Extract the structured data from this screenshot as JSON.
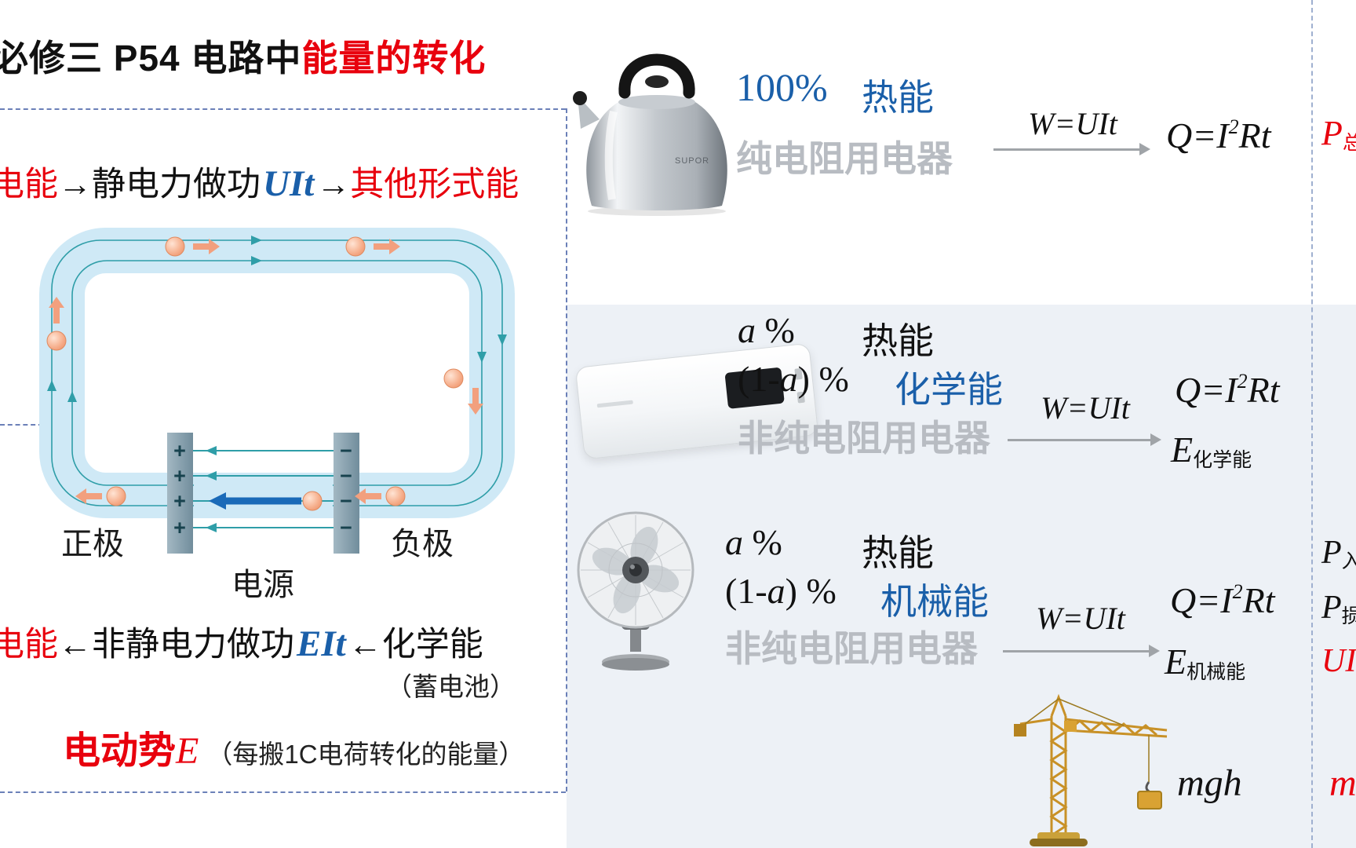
{
  "colors": {
    "accent_red": "#e8000d",
    "accent_blue": "#1a5fa9",
    "device_gray": "#b8bcc2",
    "flow_teal": "#2f9ea8",
    "tube_blue": "#cfe9f6",
    "band_background": "#edf1f6"
  },
  "left_panel": {
    "title_black": "必修三 P54 电路中",
    "title_red": "能量的转化",
    "flow_top": {
      "start": "电能",
      "arrow1": "→",
      "process": "静电力做功",
      "formula": "UIt",
      "arrow2": "→",
      "end": "其他形式能"
    },
    "flow_bottom": {
      "start": "电能",
      "arrow1": "←",
      "process": "非静电力做功",
      "formula": "EIt",
      "arrow2": "←",
      "end": "化学能"
    },
    "battery_note": "（蓄电池）",
    "emf": {
      "label": "电动势",
      "symbol": "E",
      "note": "（每搬1C电荷转化的能量）"
    },
    "diagram": {
      "positive": "正极",
      "negative": "负极",
      "source": "电源",
      "plus": "+",
      "minus": "−"
    }
  },
  "rows": {
    "kettle": {
      "brand": "SUPOR",
      "percent": "100%",
      "heat": "热能",
      "device": "纯电阻用电器",
      "work": "W=UIt",
      "q_pre": "Q=I",
      "q_sup": "2",
      "q_post": "Rt",
      "p_total_base": "P",
      "p_total_sub": "总",
      "p_total_eq": "="
    },
    "powerbank": {
      "a_var": "a",
      "a_pct": " %",
      "heat": "热能",
      "rest_pre": "(1-",
      "rest_var": "a",
      "rest_post": ") %",
      "converted": "化学能",
      "device": "非纯电阻用电器",
      "work": "W=UIt",
      "q_pre": "Q=I",
      "q_sup": "2",
      "q_post": "Rt",
      "e_base": "E",
      "e_sub": "化学能"
    },
    "fan": {
      "a_var": "a",
      "a_pct": " %",
      "heat": "热能",
      "rest_pre": "(1-",
      "rest_var": "a",
      "rest_post": ") %",
      "converted": "机械能",
      "device": "非纯电阻用电器",
      "work": "W=UIt",
      "q_pre": "Q=I",
      "q_sup": "2",
      "q_post": "Rt",
      "e_base": "E",
      "e_sub": "机械能",
      "p_in_base": "P",
      "p_in_sub": "入",
      "p_in_eq": "=",
      "p_loss_base": "P",
      "p_loss_sub": "损",
      "p_loss_eq": "=",
      "ui_formula": "UI −"
    },
    "crane": {
      "work": "mgh",
      "side": "mg"
    }
  }
}
